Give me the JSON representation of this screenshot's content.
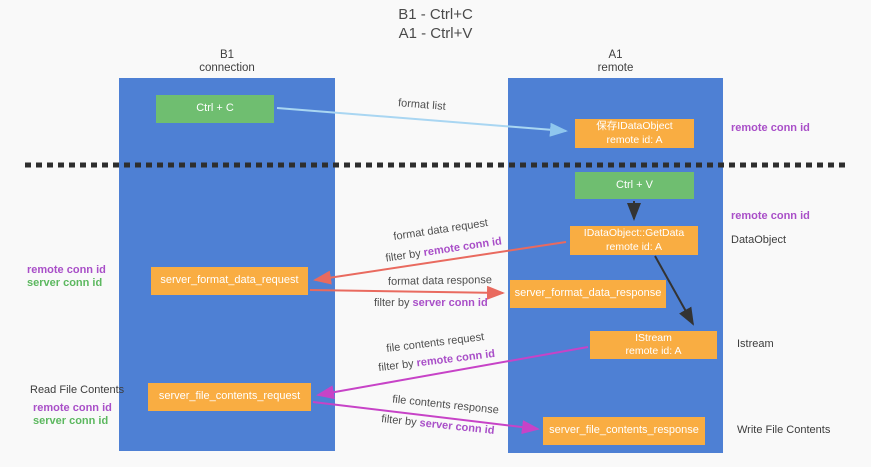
{
  "title": {
    "line1": "B1 - Ctrl+C",
    "line2": "A1 - Ctrl+V"
  },
  "lanes": {
    "left": {
      "name": "B1",
      "role": "connection"
    },
    "right": {
      "name": "A1",
      "role": "remote"
    }
  },
  "nodes": {
    "ctrl_c": {
      "label": "Ctrl + C"
    },
    "save_idataobject": {
      "line1": "保存IDataObject",
      "line2": "remote id: A"
    },
    "ctrl_v": {
      "label": "Ctrl + V"
    },
    "getdata": {
      "line1": "IDataObject::GetData",
      "line2": "remote id: A"
    },
    "server_format_data_request": {
      "label": "server_format_data_request"
    },
    "server_format_data_response": {
      "label": "server_format_data_response"
    },
    "istream": {
      "line1": "IStream",
      "line2": "remote id: A"
    },
    "server_file_contents_request": {
      "label": "server_file_contents_request"
    },
    "server_file_contents_response": {
      "label": "server_file_contents_response"
    }
  },
  "arrow_labels": {
    "format_list": "format list",
    "format_data_request": {
      "line1": "format data request",
      "filter_prefix": "filter by ",
      "filter_key": "remote conn id"
    },
    "format_data_response": {
      "line1": "format data response",
      "filter_prefix": "filter by ",
      "filter_key": "server conn id"
    },
    "file_contents_request": {
      "line1": "file contents request",
      "filter_prefix": "filter by ",
      "filter_key": "remote conn id"
    },
    "file_contents_response": {
      "line1": "file contents response",
      "filter_prefix": "filter by ",
      "filter_key": "server conn id"
    }
  },
  "side_labels": {
    "right_remote_conn_top": "remote conn id",
    "right_remote_conn_mid": "remote conn id",
    "dataobject": "DataObject",
    "istream": "Istream",
    "write_file_contents": "Write File Contents",
    "left_remote_conn_top": "remote conn id",
    "left_server_conn_top": "server conn id",
    "read_file_contents": "Read File Contents",
    "left_remote_conn_bottom": "remote conn id",
    "left_server_conn_bottom": "server conn id"
  },
  "colors": {
    "lane_blue": "#4e80d4",
    "node_green": "#6fbe70",
    "node_orange": "#f9ad42",
    "remote_conn_purple": "#a94fc8",
    "server_conn_green": "#5cb85f",
    "request_arrow_red": "#e96a5f",
    "file_arrow_magenta": "#c743c7",
    "format_list_blue": "#a9d6f2",
    "black_arrow": "#333333"
  }
}
